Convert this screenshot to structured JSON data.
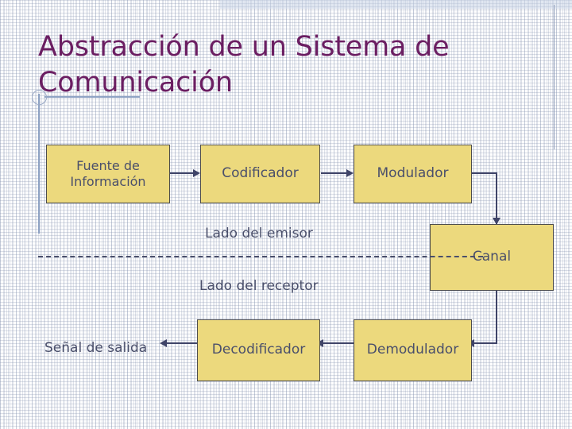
{
  "slide": {
    "title": "Abstracción de un Sistema de Comunicación",
    "title_color": "#6b1e62",
    "background_color": "#ffffff"
  },
  "theme": {
    "box_fill": "#ecd97d",
    "box_border": "#4d4d4d",
    "text_color": "#4a4f6b",
    "connector_color": "#3f4468",
    "accent_rule_color": "#8fa3c4",
    "top_band_color": "#c9d4e6"
  },
  "diagram": {
    "boxes": [
      {
        "id": "fuente",
        "label": "Fuente de Información"
      },
      {
        "id": "codificador",
        "label": "Codificador"
      },
      {
        "id": "modulador",
        "label": "Modulador"
      },
      {
        "id": "canal",
        "label": "Canal"
      },
      {
        "id": "decodificador",
        "label": "Decodificador"
      },
      {
        "id": "demodulador",
        "label": "Demodulador"
      }
    ],
    "labels": {
      "emisor": "Lado del emisor",
      "receptor": "Lado del receptor",
      "salida": "Señal de salida"
    },
    "connectors": [
      {
        "from": "fuente",
        "to": "codificador",
        "direction": "right"
      },
      {
        "from": "codificador",
        "to": "modulador",
        "direction": "right"
      },
      {
        "from": "modulador",
        "to": "canal",
        "direction": "down"
      },
      {
        "from": "canal",
        "to": "demodulador",
        "direction": "left"
      },
      {
        "from": "demodulador",
        "to": "decodificador",
        "direction": "left"
      },
      {
        "from": "decodificador",
        "to": "salida",
        "direction": "left"
      }
    ]
  }
}
